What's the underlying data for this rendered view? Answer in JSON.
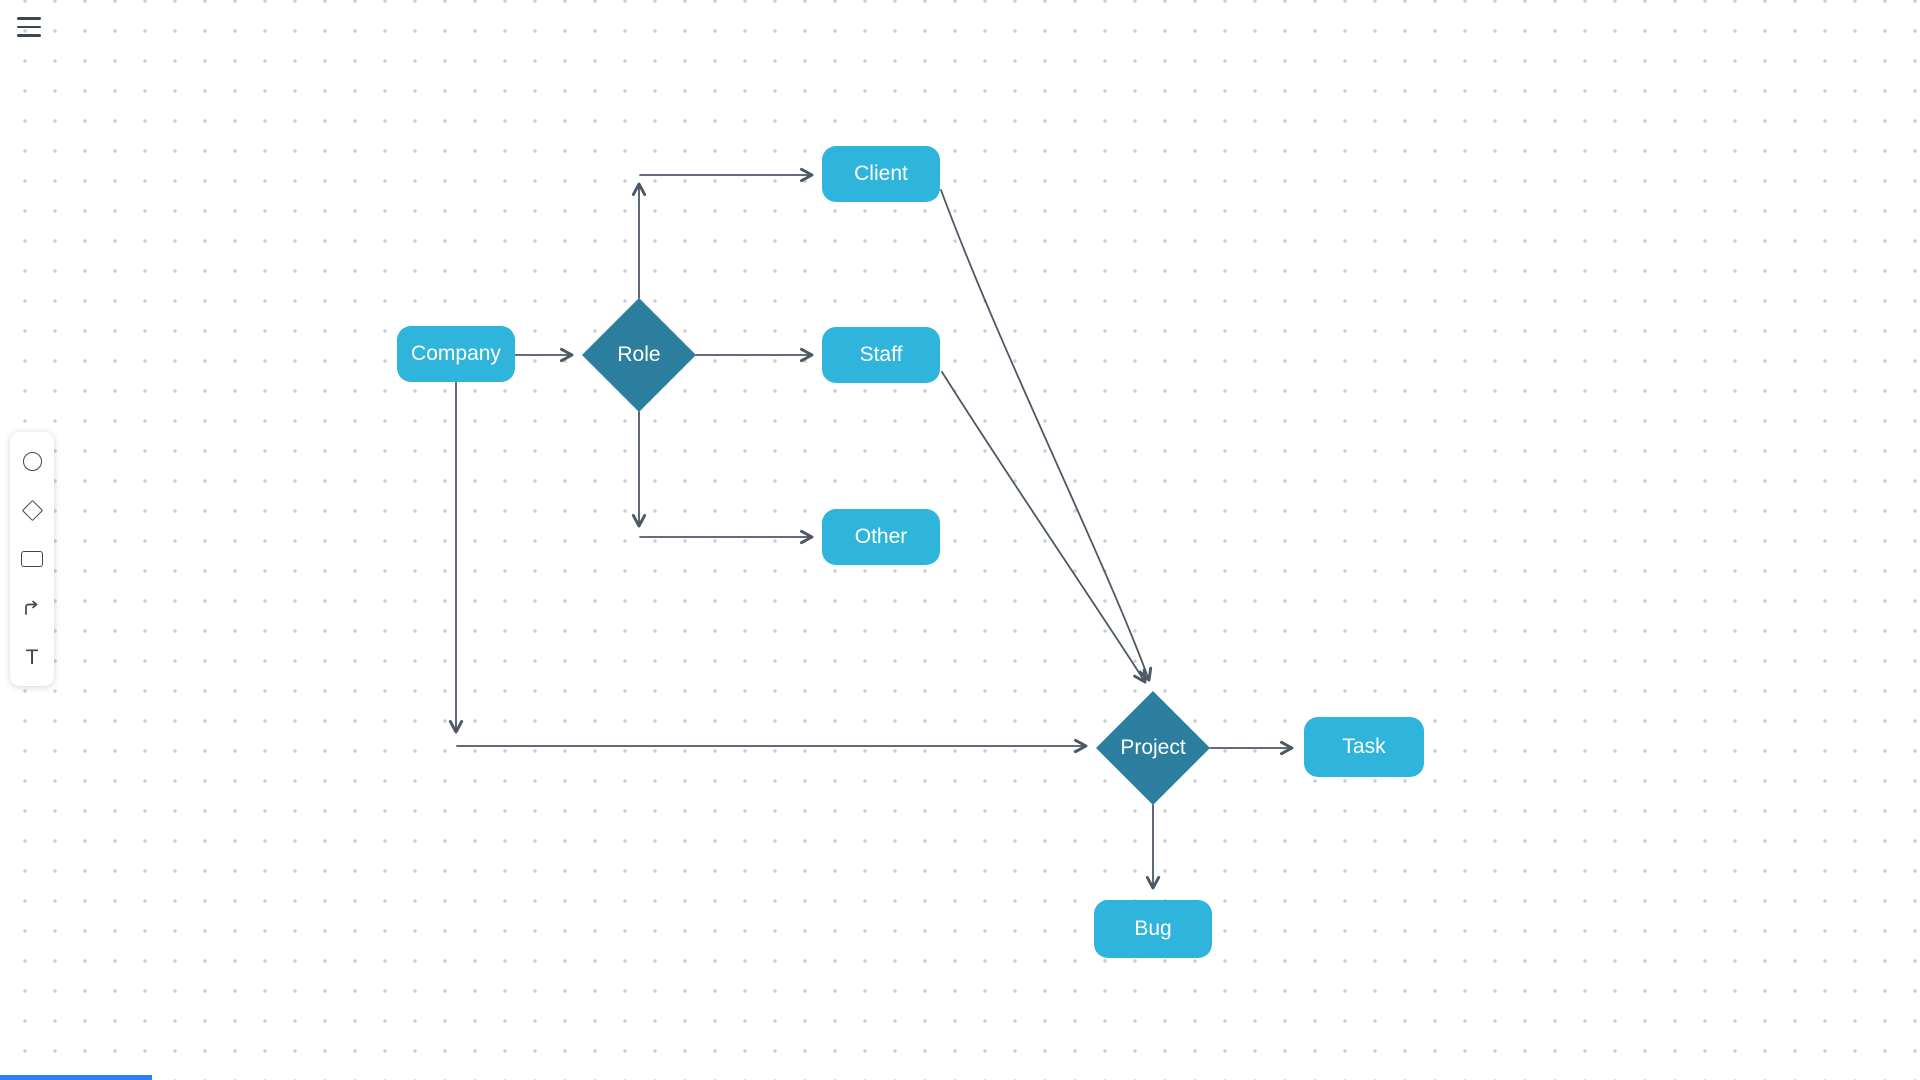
{
  "app": {
    "menu_icon": "hamburger-menu"
  },
  "toolbar": {
    "tools": [
      {
        "id": "circle",
        "label": "circle-shape-tool"
      },
      {
        "id": "diamond",
        "label": "diamond-shape-tool"
      },
      {
        "id": "rectangle",
        "label": "rectangle-shape-tool"
      },
      {
        "id": "connector",
        "label": "connector-line-tool"
      },
      {
        "id": "text",
        "label": "text-tool",
        "glyph": "T"
      }
    ]
  },
  "diagram": {
    "nodes": [
      {
        "id": "company",
        "label": "Company",
        "type": "process"
      },
      {
        "id": "role",
        "label": "Role",
        "type": "decision"
      },
      {
        "id": "client",
        "label": "Client",
        "type": "process"
      },
      {
        "id": "staff",
        "label": "Staff",
        "type": "process"
      },
      {
        "id": "other",
        "label": "Other",
        "type": "process"
      },
      {
        "id": "project",
        "label": "Project",
        "type": "decision"
      },
      {
        "id": "task",
        "label": "Task",
        "type": "process"
      },
      {
        "id": "bug",
        "label": "Bug",
        "type": "process"
      }
    ],
    "edges": [
      {
        "from": "Company",
        "to": "Role"
      },
      {
        "from": "Role",
        "to": "Client"
      },
      {
        "from": "Role",
        "to": "Staff"
      },
      {
        "from": "Role",
        "to": "Other"
      },
      {
        "from": "Company",
        "to": "Project"
      },
      {
        "from": "Client",
        "to": "Project"
      },
      {
        "from": "Staff",
        "to": "Project"
      },
      {
        "from": "Project",
        "to": "Task"
      },
      {
        "from": "Project",
        "to": "Bug"
      }
    ]
  },
  "colors": {
    "node_fill": "#2fb5dc",
    "decision_fill": "#2b7e9d",
    "edge": "#4d5866",
    "grid_dot": "#c9ced4",
    "scrollbar": "#2e7ff7"
  }
}
